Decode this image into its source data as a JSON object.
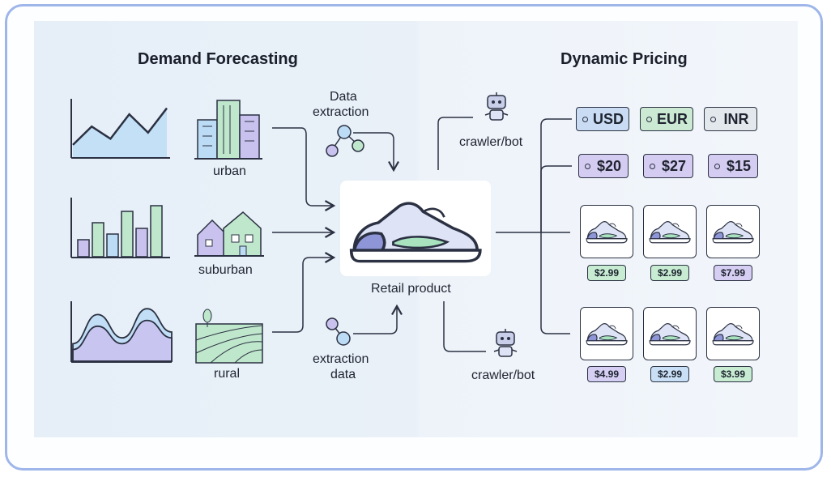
{
  "left_title": "Demand Forecasting",
  "right_title": "Dynamic Pricing",
  "areas": {
    "urban": "urban",
    "suburban": "suburban",
    "rural": "rural"
  },
  "extraction_top": {
    "line1": "Data",
    "line2": "extraction"
  },
  "extraction_bottom": {
    "line1": "extraction",
    "line2": "data"
  },
  "product_label": "Retail product",
  "crawler_top": "crawler/bot",
  "crawler_bottom": "crawler/bot",
  "currencies": [
    {
      "label": "USD",
      "color": "#c9dcf3"
    },
    {
      "label": "EUR",
      "color": "#cbe9d3"
    },
    {
      "label": "INR",
      "color": "#e3e8ec"
    }
  ],
  "price_tags": [
    {
      "label": "$20",
      "color": "#d4ccf1"
    },
    {
      "label": "$27",
      "color": "#d4ccf1"
    },
    {
      "label": "$15",
      "color": "#d4ccf1"
    }
  ],
  "row1_prices": [
    {
      "label": "$2.99",
      "color": "#c7ecd2"
    },
    {
      "label": "$2.99",
      "color": "#c7ecd2"
    },
    {
      "label": "$7.99",
      "color": "#d6cff3"
    }
  ],
  "row2_prices": [
    {
      "label": "$4.99",
      "color": "#d6cff3"
    },
    {
      "label": "$2.99",
      "color": "#c8dff5"
    },
    {
      "label": "$3.99",
      "color": "#c7ecd2"
    }
  ],
  "chart_data": [
    {
      "type": "area",
      "values": [
        2,
        5,
        3,
        7,
        4,
        8
      ]
    },
    {
      "type": "bar",
      "values": [
        3,
        6,
        4,
        8,
        5,
        9
      ]
    },
    {
      "type": "area",
      "series": [
        {
          "values": [
            3,
            8,
            4,
            9,
            5
          ]
        },
        {
          "values": [
            2,
            6,
            3,
            7,
            4
          ]
        }
      ]
    }
  ],
  "colors": {
    "blue": "#bcdcf5",
    "green": "#bfe7cc",
    "purple": "#c9c2ef",
    "stroke": "#2b3142"
  }
}
